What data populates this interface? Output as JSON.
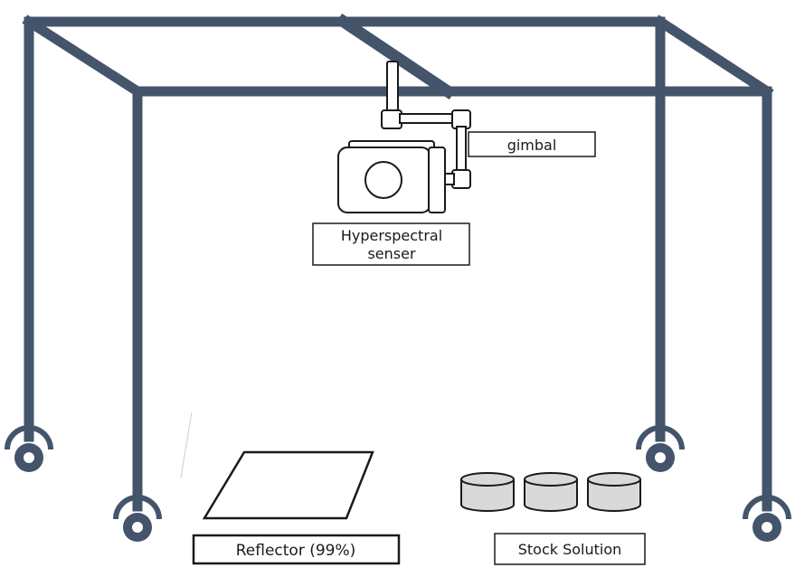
{
  "colors": {
    "frame": "#44546a",
    "outline": "#1a1a1a",
    "canister_fill": "#d9d9d9",
    "background": "#ffffff"
  },
  "labels": {
    "gimbal": "gimbal",
    "sensor_line1": "Hyperspectral",
    "sensor_line2": "senser",
    "reflector": "Reflector (99%)",
    "stock_solution": "Stock Solution"
  },
  "icons": {
    "frame": "gantry-frame",
    "wheel": "caster-wheel-icon",
    "camera": "camera-icon",
    "canister": "petri-dish-icon"
  },
  "canister_count": 3,
  "wheel_count": 4
}
